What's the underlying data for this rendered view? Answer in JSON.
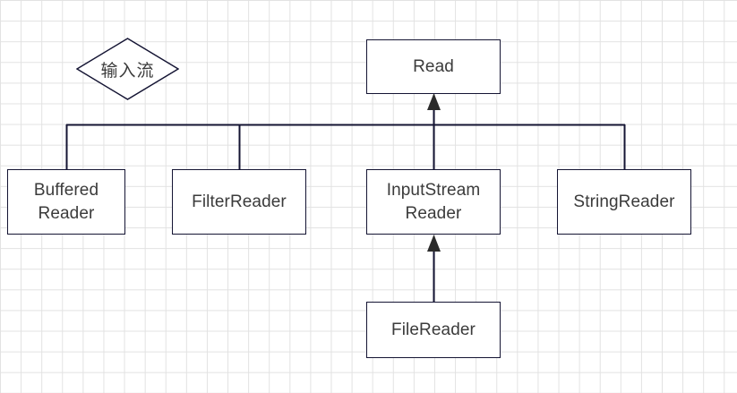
{
  "diagram": {
    "title_shape": {
      "label": "输入流",
      "shape": "diamond"
    },
    "root": {
      "label": "Read"
    },
    "subclasses": [
      {
        "label": "Buffered\nReader"
      },
      {
        "label": "FilterReader"
      },
      {
        "label": "InputStream\nReader"
      },
      {
        "label": "StringReader"
      }
    ],
    "leaf": {
      "label": "FileReader"
    },
    "colors": {
      "border": "#141433",
      "text": "#3b3b3b",
      "connector": "#141433",
      "arrowhead": "#2b2b2b",
      "grid": "#e2e2e2",
      "background": "#ffffff"
    }
  }
}
